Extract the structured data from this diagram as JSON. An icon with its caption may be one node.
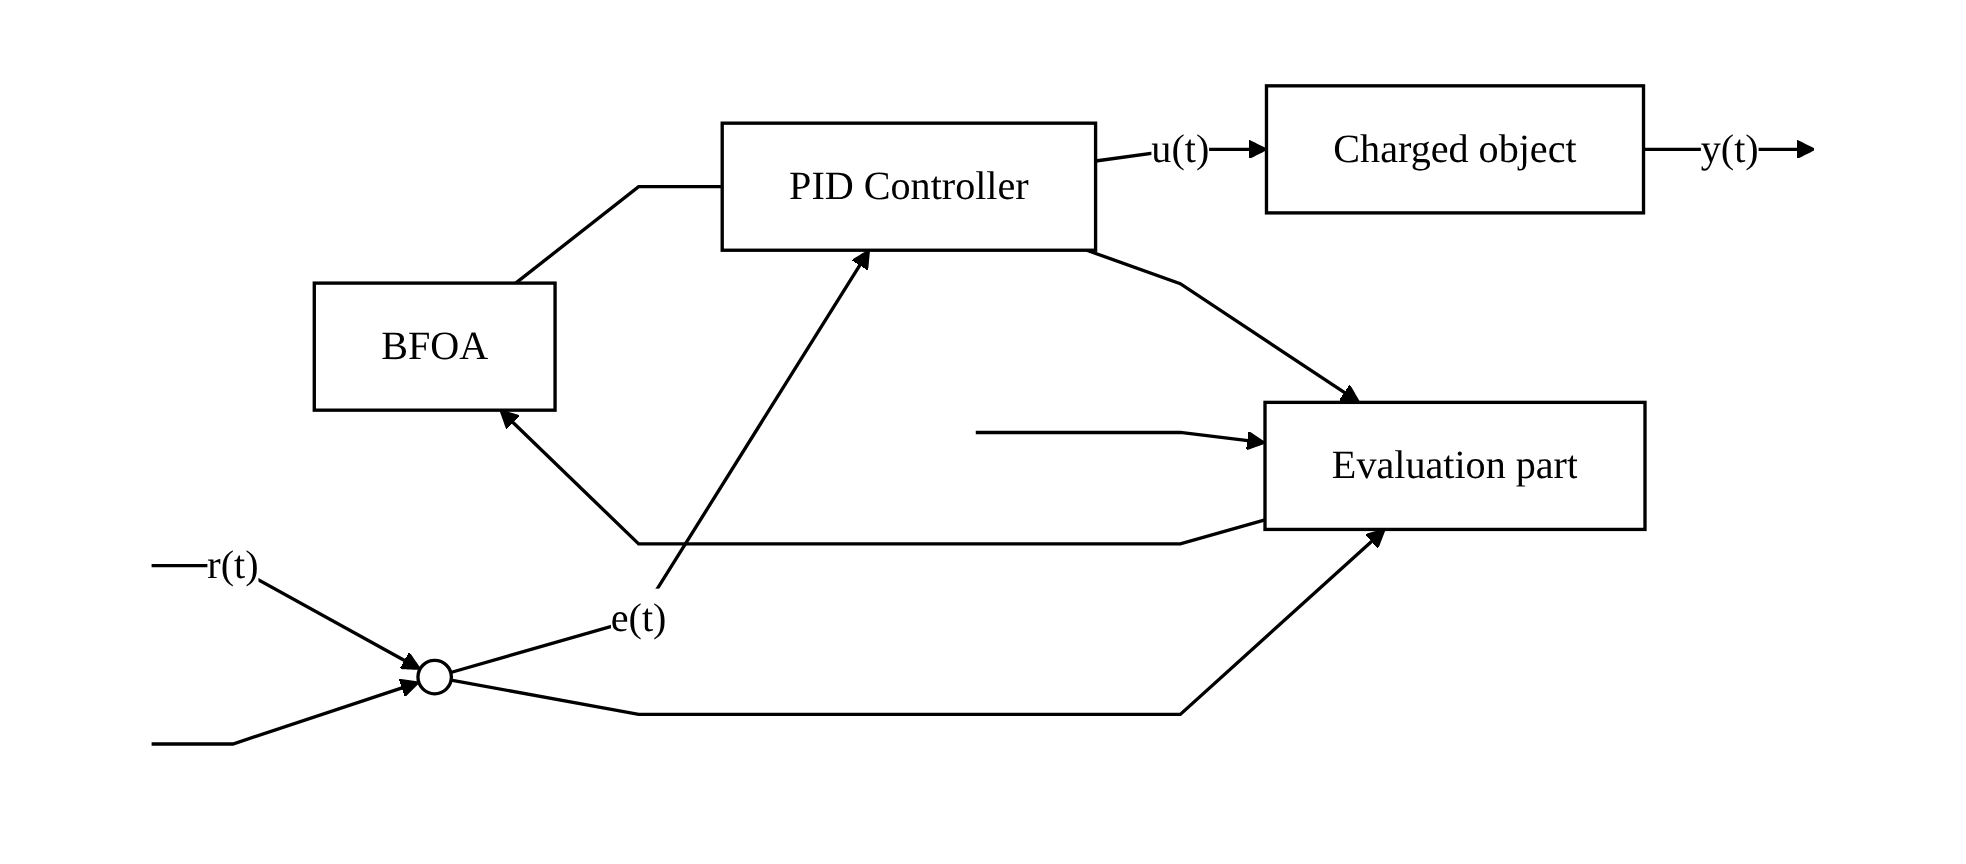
{
  "diagram": {
    "nodes": [
      {
        "text": [
          "BFOA"
        ]
      },
      {
        "text": [
          "Evaluation part"
        ]
      },
      {
        "text": [],
        "shape": "circle"
      },
      {
        "text": [
          "PID Controller"
        ]
      },
      {
        "text": [
          "Charged object"
        ]
      }
    ],
    "edges": [
      {
        "from": null,
        "to": 2,
        "arrow": "to",
        "label": "r(t)"
      },
      {
        "from": 2,
        "to": 3,
        "arrow": "to",
        "label": "e(t)"
      },
      {
        "from": 2,
        "to": 1,
        "arrow": "to"
      },
      {
        "from": 3,
        "to": 4,
        "arrow": "to",
        "label": "u(t)"
      },
      {
        "from": 3,
        "to": 1,
        "arrow": "to"
      },
      {
        "from": 1,
        "to": 0,
        "arrow": "to"
      },
      {
        "from": 0,
        "to": 3,
        "arrow": "none"
      },
      {
        "from": 4,
        "to": null,
        "arrow": "to",
        "label": "y(t)"
      },
      {
        "from": null,
        "to": 1,
        "arrow": "to"
      },
      {
        "from": null,
        "to": 2,
        "arrow": "to"
      }
    ]
  }
}
